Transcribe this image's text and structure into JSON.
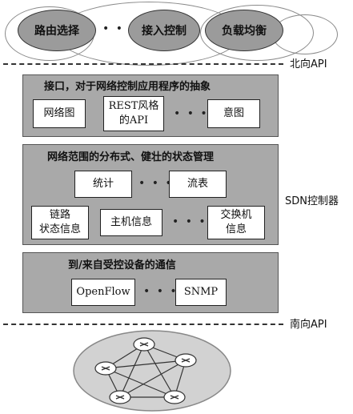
{
  "apps": {
    "items": [
      "路由选择",
      "接入控制",
      "负载均衡"
    ],
    "dots": "• • •"
  },
  "northbound_api": "北向API",
  "southbound_api": "南向API",
  "controller_label": "SDN控制器",
  "layers": {
    "interface": {
      "title": "接口，对于网络控制应用程序的抽象",
      "boxes": [
        "网络图",
        "REST风格\n的API",
        "意图"
      ],
      "dots": "• • •"
    },
    "state": {
      "title": "网络范围的分布式、健壮的状态管理",
      "row1": [
        "统计",
        "流表"
      ],
      "row2": [
        "链路\n状态信息",
        "主机信息",
        "交换机\n信息"
      ],
      "dots": "• • •"
    },
    "comm": {
      "title": "到/来自受控设备的通信",
      "boxes": [
        "OpenFlow",
        "SNMP"
      ],
      "dots": "• • •"
    }
  }
}
